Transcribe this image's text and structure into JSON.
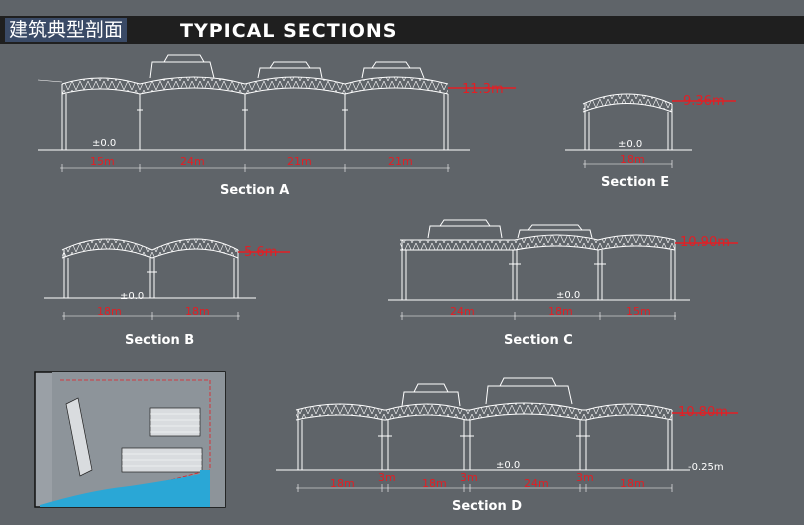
{
  "header": {
    "title_cn": "建筑典型剖面",
    "title_en": "TYPICAL SECTIONS"
  },
  "colors": {
    "background": "#5f6469",
    "header_bar": "#1f1f1f",
    "cn_highlight": "#3a4a66",
    "line": "#ffffff",
    "accent": "#e31e24",
    "water": "#2aa7d6"
  },
  "sections": {
    "a": {
      "title": "Section  A",
      "height": "11.3m",
      "level": "±0.0",
      "spans": [
        "15m",
        "24m",
        "21m",
        "21m"
      ]
    },
    "b": {
      "title": "Section  B",
      "height": "5.6m",
      "level": "±0.0",
      "spans": [
        "18m",
        "18m"
      ]
    },
    "c": {
      "title": "Section  C",
      "height": "10.90m",
      "level": "±0.0",
      "spans": [
        "24m",
        "18m",
        "15m"
      ]
    },
    "d": {
      "title": "Section  D",
      "height": "10.80m",
      "level": "±0.0",
      "level2": "-0.25m",
      "spans": [
        "18m",
        "3m",
        "18m",
        "3m",
        "24m",
        "3m",
        "18m"
      ]
    },
    "e": {
      "title": "Section  E",
      "height": "9.36m",
      "level": "±0.0",
      "spans": [
        "18m"
      ]
    }
  }
}
